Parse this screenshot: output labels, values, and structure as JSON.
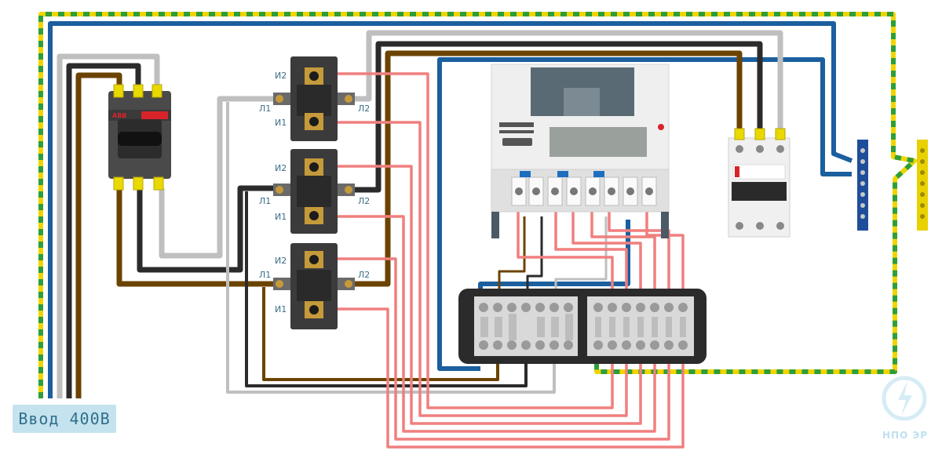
{
  "input_label": "Ввод 400В",
  "logo_text": "НПО ЭР",
  "switch_brand": "ABB",
  "ct_labels": {
    "I2": "И2",
    "I1": "И1",
    "L1": "Л1",
    "L2": "Л2"
  },
  "colors": {
    "ground_stripe_a": "#2e9e3a",
    "ground_stripe_b": "#f0d400",
    "neutral": "#1b5f9e",
    "phase_a": "#bfbfbf",
    "phase_b": "#2b2b2b",
    "phase_c": "#6b4300",
    "signal": "#f07f7f",
    "breaker_red": "#d9232a"
  }
}
